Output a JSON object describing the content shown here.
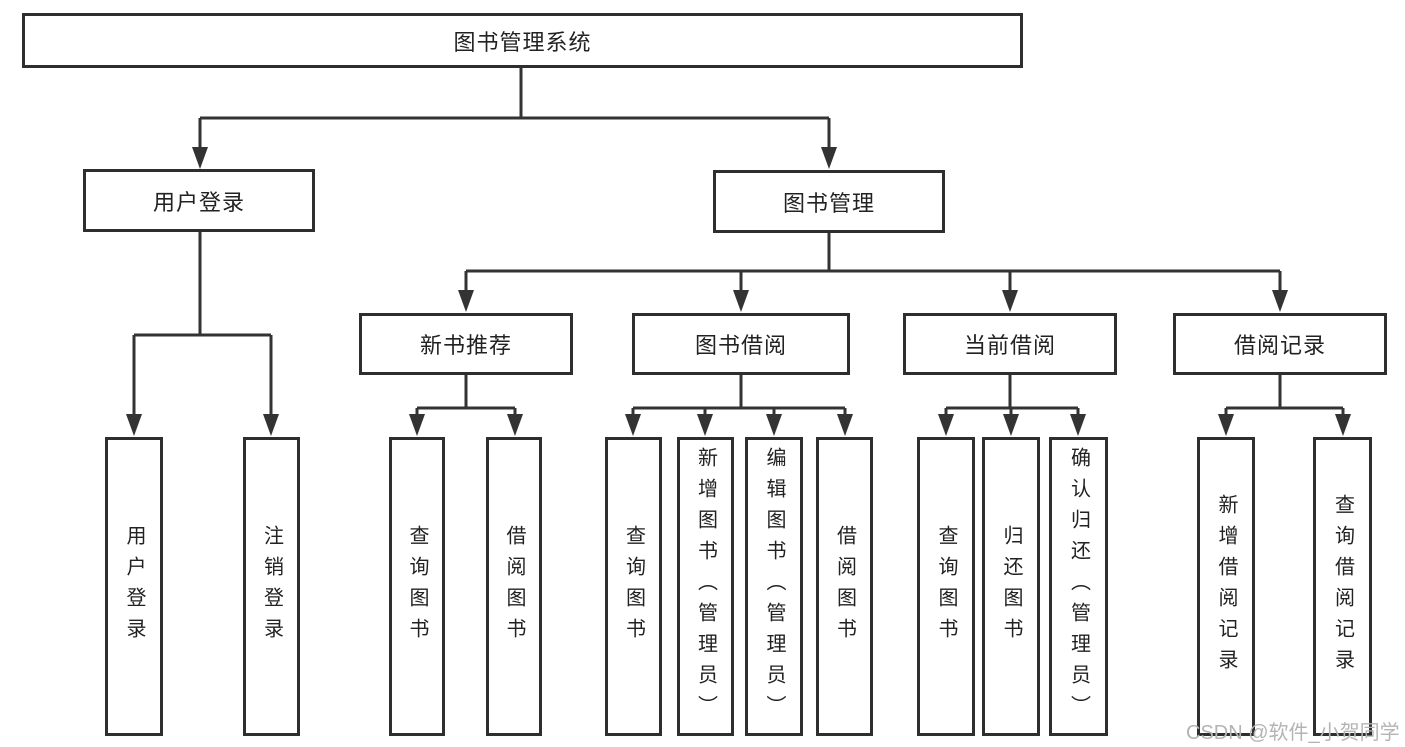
{
  "diagram": {
    "root": {
      "label": "图书管理系统",
      "children": [
        {
          "label": "用户登录",
          "children": [
            {
              "label": "用户登录"
            },
            {
              "label": "注销登录"
            }
          ]
        },
        {
          "label": "图书管理",
          "children": [
            {
              "label": "新书推荐",
              "children": [
                {
                  "label": "查询图书"
                },
                {
                  "label": "借阅图书"
                }
              ]
            },
            {
              "label": "图书借阅",
              "children": [
                {
                  "label": "查询图书"
                },
                {
                  "label": "新增图书（管理员）"
                },
                {
                  "label": "编辑图书（管理员）"
                },
                {
                  "label": "借阅图书"
                }
              ]
            },
            {
              "label": "当前借阅",
              "children": [
                {
                  "label": "查询图书"
                },
                {
                  "label": "归还图书"
                },
                {
                  "label": "确认归还（管理员）"
                }
              ]
            },
            {
              "label": "借阅记录",
              "children": [
                {
                  "label": "新增借阅记录"
                },
                {
                  "label": "查询借阅记录"
                }
              ]
            }
          ]
        }
      ]
    }
  },
  "watermark": {
    "text": "CSDN @软件_小贺同学"
  },
  "colors": {
    "line": "#333333",
    "box_border": "#2e2e2e",
    "text": "#222222",
    "watermark": "#b4b4b4",
    "background": "#ffffff"
  }
}
